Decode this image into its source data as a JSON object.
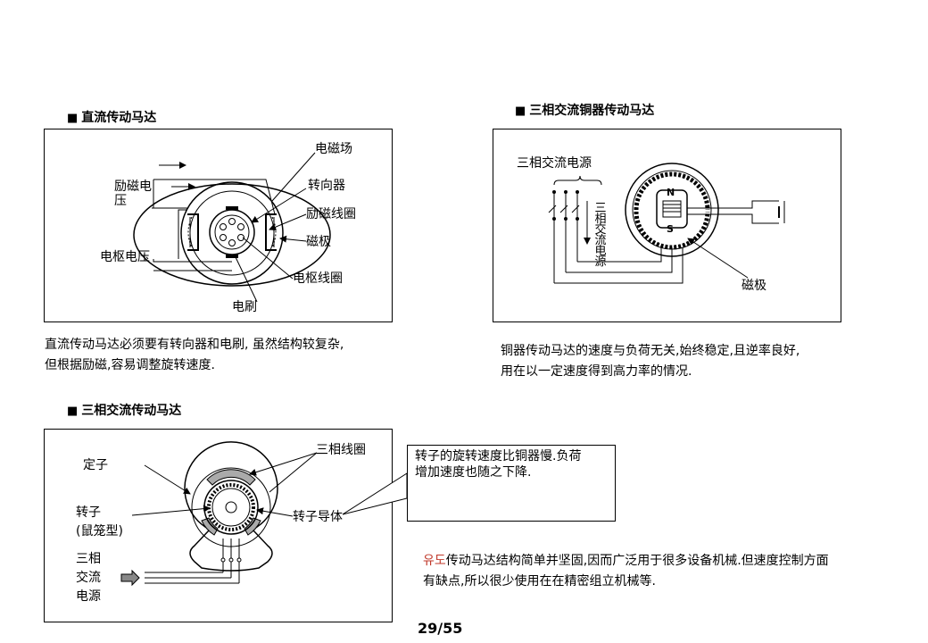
{
  "dc": {
    "heading": "直流传动马达",
    "labels": {
      "field": "电磁场",
      "excite_voltage": "励磁电压",
      "commutator": "转向器",
      "excite_coil": "励磁线圈",
      "pole": "磁极",
      "armature_voltage": "电枢电压",
      "armature_coil": "电枢线圈",
      "brush": "电刷"
    },
    "desc_line1": "直流传动马达必须要有转向器和电刷, 虽然结构较复杂,",
    "desc_line2": "但根据励磁,容易调整旋转速度."
  },
  "sync": {
    "heading": "三相交流铜器传动马达",
    "labels": {
      "source": "三相交流电源",
      "vertical": "三相交流电源",
      "pole": "磁极",
      "n": "N",
      "s": "S"
    },
    "desc_line1": "铜器传动马达的速度与负荷无关,始终稳定,且逆率良好,",
    "desc_line2": "用在以一定速度得到高力率的情况."
  },
  "induction": {
    "heading": "三相交流传动马达",
    "labels": {
      "stator": "定子",
      "rotor": "转子",
      "rotor_type": "(鼠笼型)",
      "three_phase_coil": "三相线圈",
      "rotor_conductor": "转子导体",
      "source_1": "三相",
      "source_2": "交流",
      "source_3": "电源"
    },
    "callout_line1": "转子的旋转速度比铜器慢.负荷",
    "callout_line2": "增加速度也随之下降.",
    "desc_highlight": "유도",
    "desc_line1_rest": "传动马达结构简单并坚固,因而广泛用于很多设备机械.但速度控制方面",
    "desc_line2": "有缺点,所以很少使用在在精密组立机械等."
  },
  "page_number": "29/55",
  "colors": {
    "highlight": "#c0392b"
  }
}
